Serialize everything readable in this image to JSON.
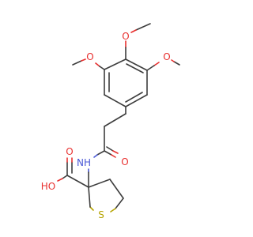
{
  "atoms": {
    "methoxy_top": "O",
    "methoxy_left": "O",
    "methoxy_right": "O",
    "amide_nh": "NH",
    "amide_o": "O",
    "acid_o": "O",
    "acid_oh": "HO",
    "ring_s": "S"
  },
  "colors": {
    "bond": "#3d3d3d",
    "oxygen": "#e8302f",
    "nitrogen": "#4a58d6",
    "sulfur": "#b5a300"
  }
}
